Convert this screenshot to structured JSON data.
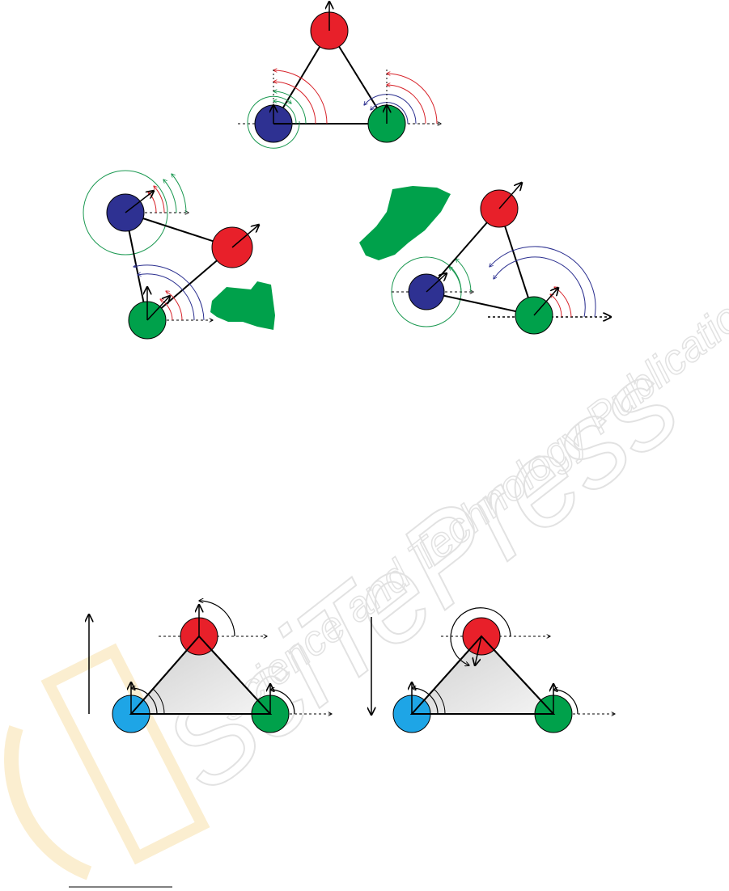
{
  "watermark": {
    "brand": "SciTePress",
    "tagline": "Science and Technology Publications",
    "color_text": "#e2e2e2",
    "color_logo": "#fbeed0"
  },
  "colors": {
    "red": "#e8202a",
    "blue": "#2e3192",
    "green": "#00a14b",
    "light_blue": "#1ea5e6",
    "line": "#000000",
    "arc_red": "#d7232a",
    "arc_green": "#1a9850",
    "arc_blue": "#2b2f8f",
    "triangle_fill": "#dcdcdc"
  },
  "figures": [
    {
      "name": "robot-formation-reference"
    },
    {
      "name": "robot-formation-obstacle-left"
    },
    {
      "name": "robot-formation-obstacle-right"
    },
    {
      "name": "triangle-formation-up"
    },
    {
      "name": "triangle-formation-down"
    }
  ]
}
